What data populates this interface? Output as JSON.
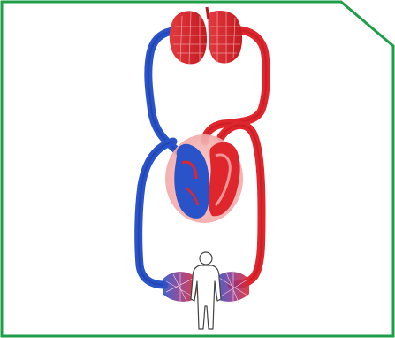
{
  "diagram": {
    "type": "double-circulation-illustration",
    "colors": {
      "frame": "#1f9e4a",
      "oxygenated": "#e0262d",
      "oxygenated_dark": "#b5161c",
      "deoxygenated": "#2a53c9",
      "deoxygenated_dark": "#173a9e",
      "heart_halo": "#f7c7c6",
      "body_fill": "#ffffff",
      "body_outline": "#444444"
    },
    "parts": [
      "lung-capillary-bed",
      "heart",
      "body-capillary-bed",
      "human-figure",
      "pulmonary-circuit",
      "systemic-circuit"
    ]
  }
}
